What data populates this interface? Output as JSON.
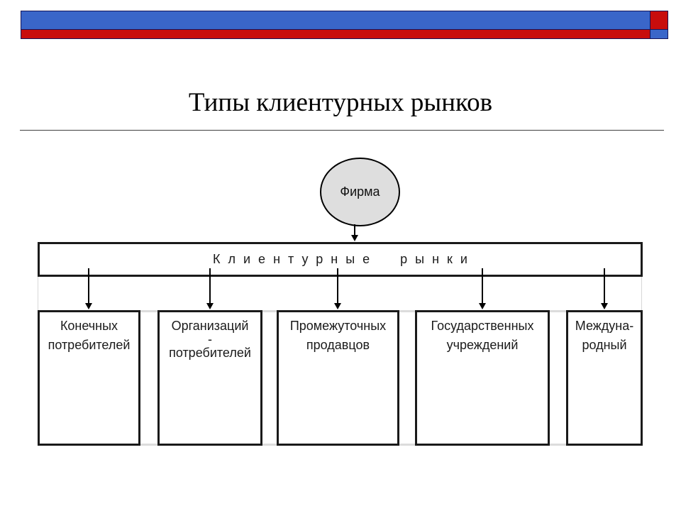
{
  "slide": {
    "title": "Типы клиентурных рынков"
  },
  "diagram": {
    "firm": "Фирма",
    "market_bar": "Клиентурные рынки",
    "boxes": [
      {
        "lines": [
          "Конечных",
          "потребителей"
        ]
      },
      {
        "lines": [
          "Организаций",
          "-",
          "потребителей"
        ]
      },
      {
        "lines": [
          "Промежуточных",
          "продавцов"
        ]
      },
      {
        "lines": [
          "Государственных",
          "учреждений"
        ]
      },
      {
        "lines": [
          "Междуна-",
          "родный"
        ]
      }
    ]
  },
  "colors": {
    "header_blue": "#3A66C9",
    "header_red": "#C80D0D",
    "header_border": "#14145A",
    "ellipse_fill": "#DEDEDE",
    "diagram_line": "#1A1A1A"
  }
}
